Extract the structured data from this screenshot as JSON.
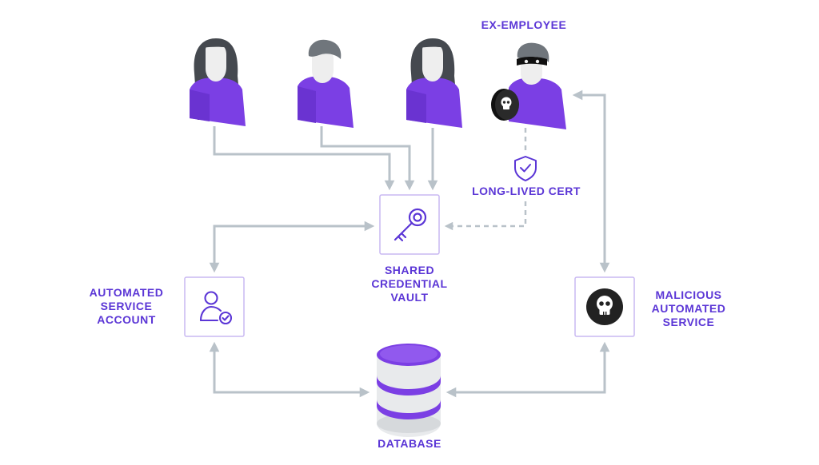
{
  "colors": {
    "accent": "#5b36d6",
    "purple_body": "#7b3fe4",
    "connector": "#b9c2c9",
    "box_border": "#c9b8f2",
    "skin": "#eeeeee",
    "hair_dark": "#45494f",
    "hair_grey": "#70767c",
    "skull_circle": "#222222"
  },
  "labels": {
    "ex_employee": "EX-EMPLOYEE",
    "long_lived_cert": "LONG-LIVED CERT",
    "vault": "SHARED\nCREDENTIAL\nVAULT",
    "service_account": "AUTOMATED\nSERVICE\nACCOUNT",
    "malicious_service": "MALICIOUS\nAUTOMATED\nSERVICE",
    "database": "DATABASE"
  },
  "icons": {
    "vault": "key-icon",
    "service_account": "user-check-icon",
    "malicious_service": "skull-icon",
    "database": "database-icon",
    "cert": "shield-check-icon",
    "ex_employee_badge": "skull-icon"
  },
  "nodes": {
    "users": [
      {
        "kind": "user-female"
      },
      {
        "kind": "user-male"
      },
      {
        "kind": "user-female"
      },
      {
        "kind": "ex-employee-masked"
      }
    ]
  }
}
